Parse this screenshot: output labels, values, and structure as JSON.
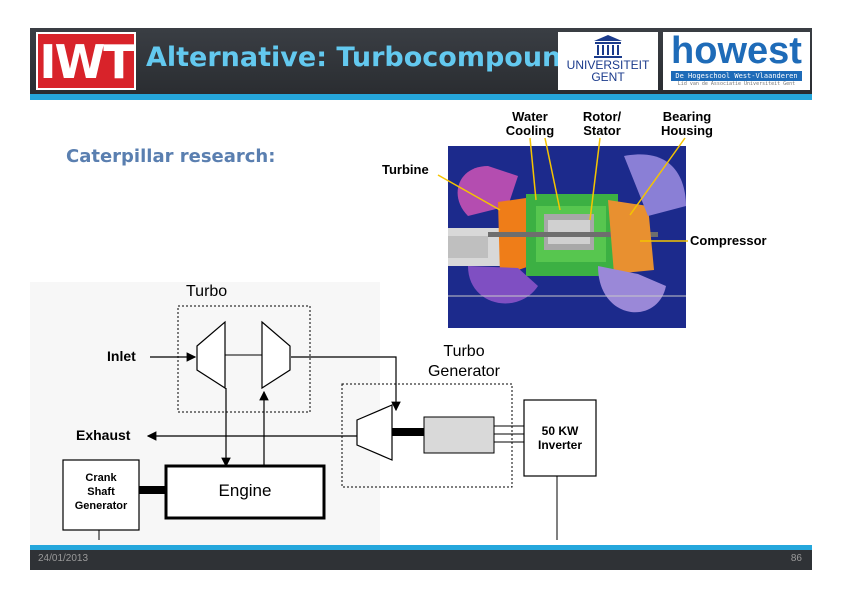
{
  "header": {
    "logo_left": "IWT",
    "title": "Alternative: Turbocompound",
    "ugent_logo": "UNIVERSITEIT GENT",
    "ugent_line1": "UNIVERSITEIT",
    "ugent_line2": "GENT",
    "howest_logo": "howest",
    "howest_tagline": "De Hogeschool West-Vlaanderen",
    "howest_sub": "Lid van de Associatie Universiteit Gent"
  },
  "subtitle": "Caterpillar research:",
  "photo": {
    "labels": {
      "water_1": "Water",
      "water_2": "Cooling",
      "rotor_1": "Rotor/",
      "rotor_2": "Stator",
      "bearing_1": "Bearing",
      "bearing_2": "Housing",
      "turbine": "Turbine",
      "compressor": "Compressor"
    }
  },
  "diagram": {
    "turbo": "Turbo",
    "inlet": "Inlet",
    "turbo_gen_1": "Turbo",
    "turbo_gen_2": "Generator",
    "exhaust": "Exhaust",
    "inverter_1": "50 KW",
    "inverter_2": "Inverter",
    "crank_1": "Crank",
    "crank_2": "Shaft",
    "crank_3": "Generator",
    "engine": "Engine"
  },
  "footer": {
    "date": "24/01/2013",
    "page": "86"
  },
  "colors": {
    "header_bg": "#2f3236",
    "stripe": "#25a7dc",
    "title": "#63c9ef",
    "subtitle": "#5a7fb0",
    "iwt_red": "#d8232a",
    "howest_blue": "#1e6bb8"
  }
}
